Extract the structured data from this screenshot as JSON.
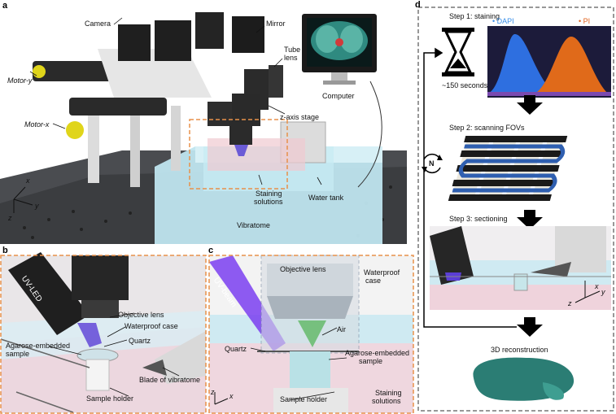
{
  "panels": {
    "a": "a",
    "b": "b",
    "c": "c",
    "d": "d"
  },
  "panel_a": {
    "camera": "Camera",
    "mirror": "Mirror",
    "tube_lens_1": "Tube",
    "tube_lens_2": "lens",
    "motor_y": "Motor-y",
    "motor_x": "Motor-x",
    "z_stage": "z-axis stage",
    "computer": "Computer",
    "staining_1": "Staining",
    "staining_2": "solutions",
    "water_tank": "Water tank",
    "vibratome": "Vibratome",
    "axis_x": "x",
    "axis_y": "y",
    "axis_z": "z"
  },
  "panel_b": {
    "uv_led": "UV-LED",
    "objective": "Objective lens",
    "waterproof": "Waterproof case",
    "quartz": "Quartz",
    "agarose_1": "Agarose-embedded",
    "agarose_2": "sample",
    "blade": "Blade of vibratome",
    "holder": "Sample holder"
  },
  "panel_c": {
    "objective": "Objective lens",
    "waterproof_1": "Waterproof",
    "waterproof_2": "case",
    "uv_beam": "UV-beam",
    "air": "Air",
    "quartz": "Quartz",
    "agarose_1": "Agarose-embedded",
    "agarose_2": "sample",
    "holder": "Sample holder",
    "staining_1": "Staining",
    "staining_2": "solutions",
    "axis_x": "x",
    "axis_z": "z"
  },
  "panel_d": {
    "step1": "Step 1: staining",
    "dapi": "DAPI",
    "pi": "PI",
    "time": "~150 seconds",
    "step2": "Step 2: scanning FOVs",
    "step3": "Step 3: sectioning",
    "recon": "3D reconstruction",
    "axis_x": "x",
    "axis_y": "y",
    "axis_z": "z",
    "loop_icon": "N"
  },
  "colors": {
    "dapi": "#3a8fe8",
    "pi": "#e0601a",
    "dash_orange": "#e8914a",
    "dash_grey": "#777777"
  },
  "icons": [
    "hourglass-icon",
    "loop-arrows-icon",
    "down-arrow-icon"
  ]
}
